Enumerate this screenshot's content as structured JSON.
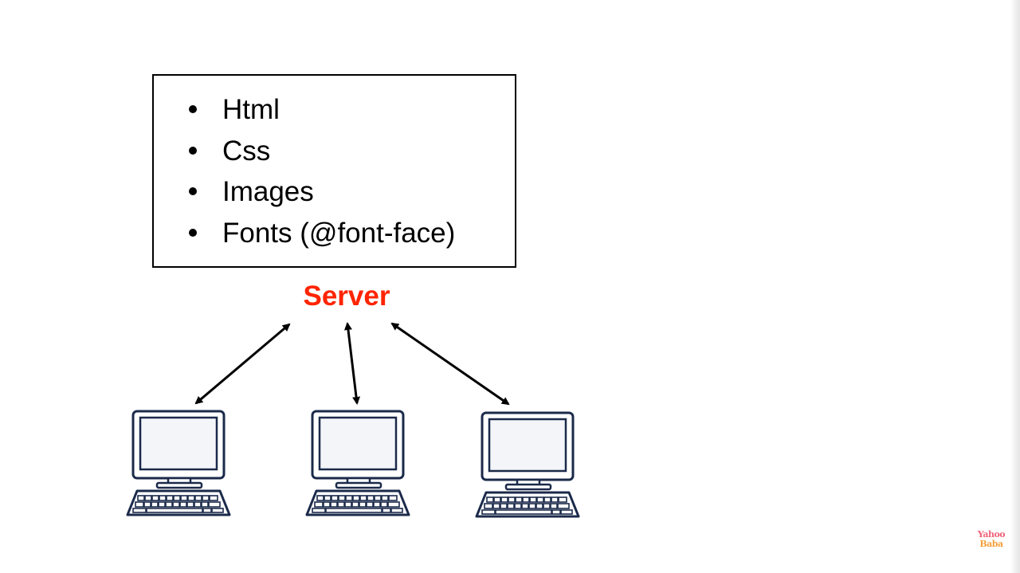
{
  "resources": {
    "items": [
      "Html",
      "Css",
      "Images",
      "Fonts (@font-face)"
    ]
  },
  "server": {
    "label": "Server",
    "color": "#ff2400"
  },
  "clients": [
    {
      "icon": "desktop-computer-icon"
    },
    {
      "icon": "desktop-computer-icon"
    },
    {
      "icon": "desktop-computer-icon"
    }
  ],
  "connections": [
    {
      "from": "server",
      "to": "client-1",
      "arrow": "both"
    },
    {
      "from": "server",
      "to": "client-2",
      "arrow": "both"
    },
    {
      "from": "server",
      "to": "client-3",
      "arrow": "both"
    }
  ],
  "watermark": {
    "line1": "Yahoo",
    "line2": "Baba"
  },
  "colors": {
    "computer_outline": "#1b2a4a",
    "computer_screen": "#f3f5f8"
  }
}
